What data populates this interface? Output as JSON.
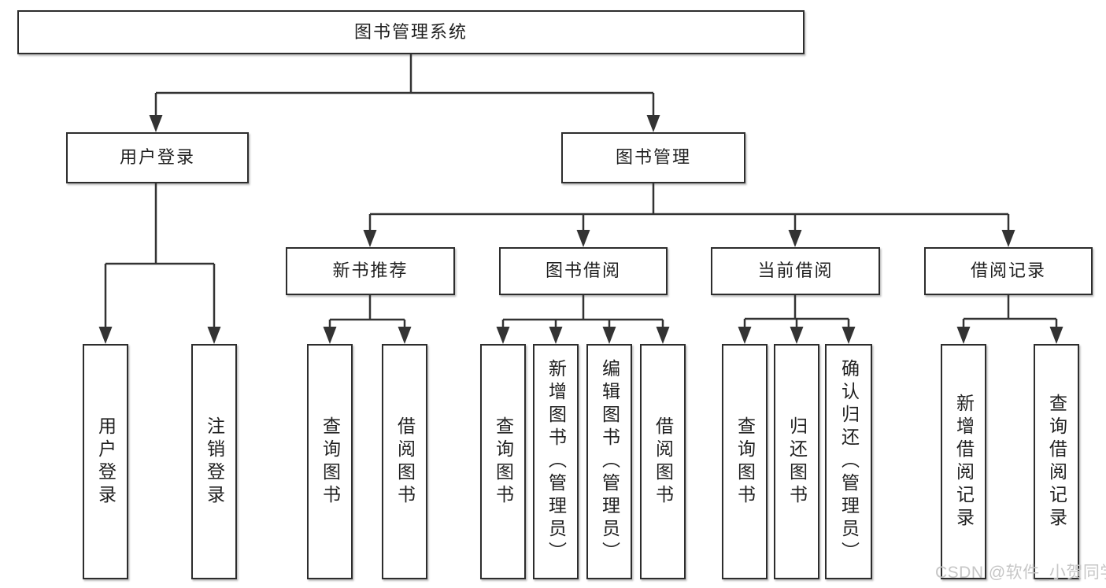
{
  "diagram": {
    "type": "hierarchy-tree",
    "title": "图书管理系统",
    "watermark": "CSDN @软件_小贺同学",
    "colors": {
      "background": "#ffffff",
      "line": "#333333",
      "box_border": "#2d2d2d",
      "text": "#1f1f1f",
      "watermark": "#c6c6c6"
    },
    "nodes": [
      {
        "id": "root",
        "label": "图书管理系统",
        "parent": null
      },
      {
        "id": "user-login-module",
        "label": "用户登录",
        "parent": "root"
      },
      {
        "id": "book-mgmt-module",
        "label": "图书管理",
        "parent": "root"
      },
      {
        "id": "login",
        "label": "用户登录",
        "parent": "user-login-module"
      },
      {
        "id": "logout",
        "label": "注销登录",
        "parent": "user-login-module"
      },
      {
        "id": "new-book-rec",
        "label": "新书推荐",
        "parent": "book-mgmt-module"
      },
      {
        "id": "book-borrow",
        "label": "图书借阅",
        "parent": "book-mgmt-module"
      },
      {
        "id": "current-borrow",
        "label": "当前借阅",
        "parent": "book-mgmt-module"
      },
      {
        "id": "borrow-records",
        "label": "借阅记录",
        "parent": "book-mgmt-module"
      },
      {
        "id": "query-book-1",
        "label": "查询图书",
        "parent": "new-book-rec"
      },
      {
        "id": "borrow-book-1",
        "label": "借阅图书",
        "parent": "new-book-rec"
      },
      {
        "id": "query-book-2",
        "label": "查询图书",
        "parent": "book-borrow"
      },
      {
        "id": "add-book-admin",
        "label": "新增图书（管理员）",
        "parent": "book-borrow"
      },
      {
        "id": "edit-book-admin",
        "label": "编辑图书（管理员）",
        "parent": "book-borrow"
      },
      {
        "id": "borrow-book-2",
        "label": "借阅图书",
        "parent": "book-borrow"
      },
      {
        "id": "query-book-3",
        "label": "查询图书",
        "parent": "current-borrow"
      },
      {
        "id": "return-book",
        "label": "归还图书",
        "parent": "current-borrow"
      },
      {
        "id": "confirm-return-admin",
        "label": "确认归还（管理员）",
        "parent": "current-borrow"
      },
      {
        "id": "add-borrow-record",
        "label": "新增借阅记录",
        "parent": "borrow-records"
      },
      {
        "id": "query-borrow-record",
        "label": "查询借阅记录",
        "parent": "borrow-records"
      }
    ]
  }
}
